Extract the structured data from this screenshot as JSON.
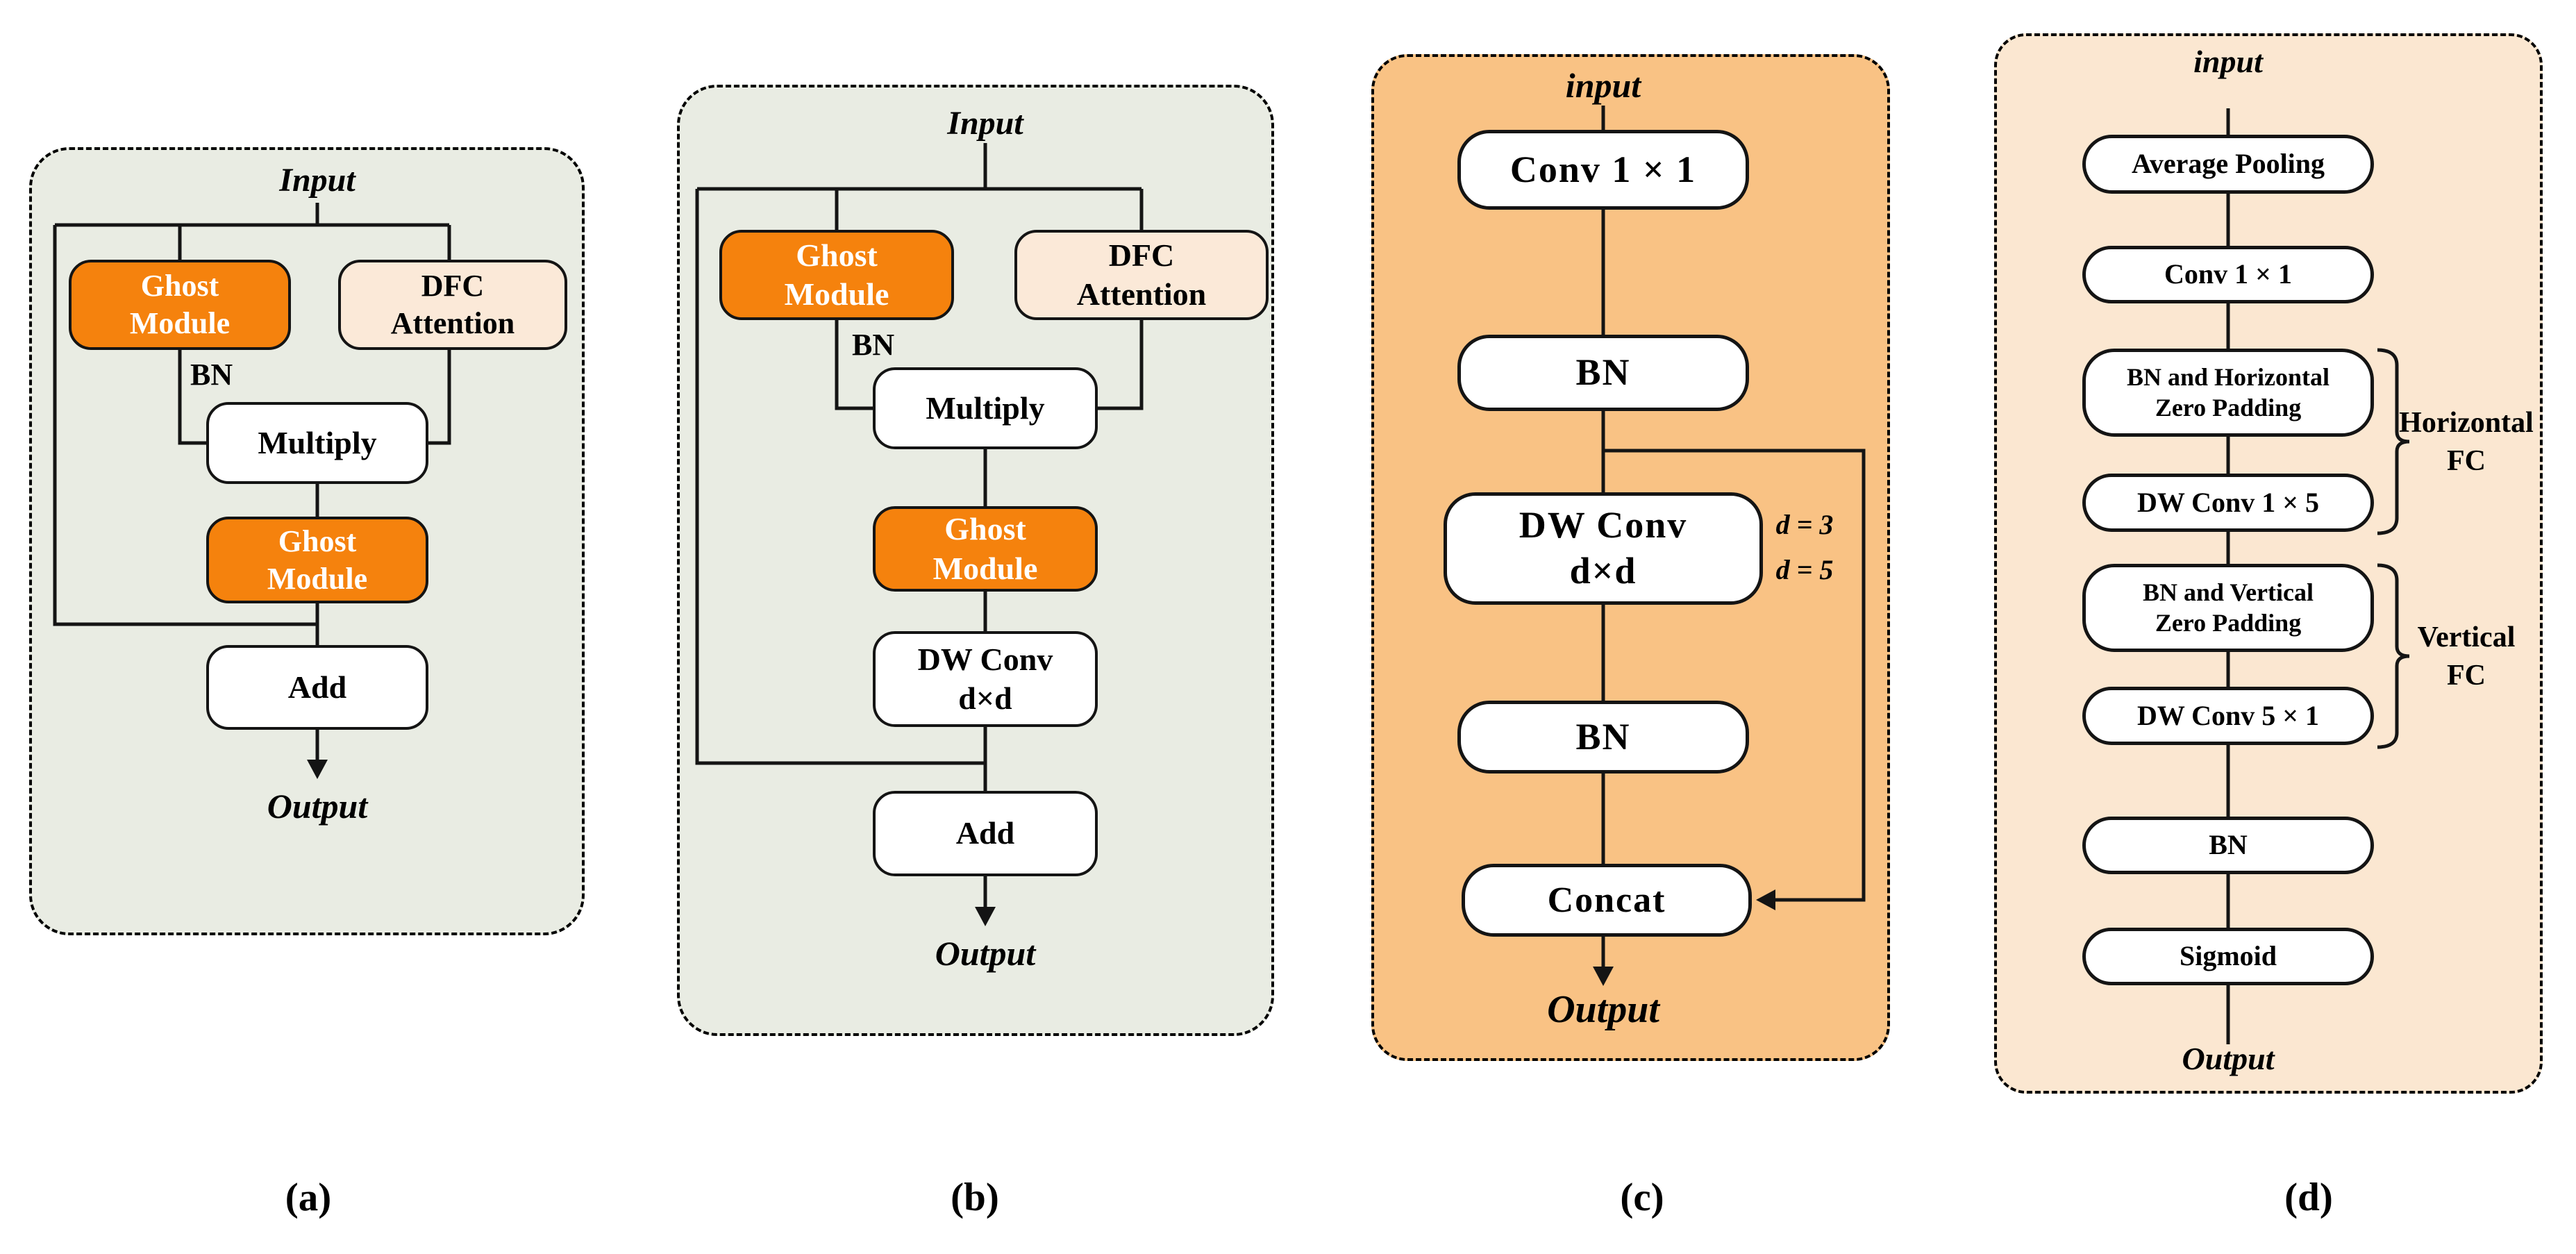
{
  "colors": {
    "ghost_module_fill": "#F5820D",
    "dfc_attention_fill": "#FBE9D8",
    "panel_ab_background": "#E9ECE3",
    "panel_c_background": "#F9C284",
    "panel_d_background": "#FBE7D1",
    "line_color": "#141414"
  },
  "captions": {
    "a": "(a)",
    "b": "(b)",
    "c": "(c)",
    "d": "(d)"
  },
  "panels": {
    "a": {
      "input": "Input",
      "output": "Output",
      "bn": "BN",
      "nodes": {
        "ghost1": "Ghost\nModule",
        "dfc": "DFC\nAttention",
        "multiply": "Multiply",
        "ghost2": "Ghost\nModule",
        "add": "Add"
      }
    },
    "b": {
      "input": "Input",
      "output": "Output",
      "bn": "BN",
      "nodes": {
        "ghost1": "Ghost\nModule",
        "dfc": "DFC\nAttention",
        "multiply": "Multiply",
        "ghost2": "Ghost\nModule",
        "dwconv": "DW Conv\nd×d",
        "add": "Add"
      }
    },
    "c": {
      "input": "input",
      "output": "Output",
      "nodes": {
        "conv": "Conv 1 × 1",
        "bn1": "BN",
        "dwconv": "DW Conv\nd×d",
        "bn2": "BN",
        "concat": "Concat"
      },
      "side_labels": {
        "d3": "d = 3",
        "d5": "d = 5"
      }
    },
    "d": {
      "input": "input",
      "output": "Output",
      "nodes": {
        "avgpool": "Average Pooling",
        "conv": "Conv 1 × 1",
        "bn_h": "BN and Horizontal\nZero Padding",
        "dw15": "DW Conv 1 × 5",
        "bn_v": "BN and Vertical\nZero Padding",
        "dw51": "DW Conv 5 × 1",
        "bn": "BN",
        "sigmoid": "Sigmoid"
      },
      "group_labels": {
        "horizontal": "Horizontal\nFC",
        "vertical": "Vertical\nFC"
      }
    }
  }
}
